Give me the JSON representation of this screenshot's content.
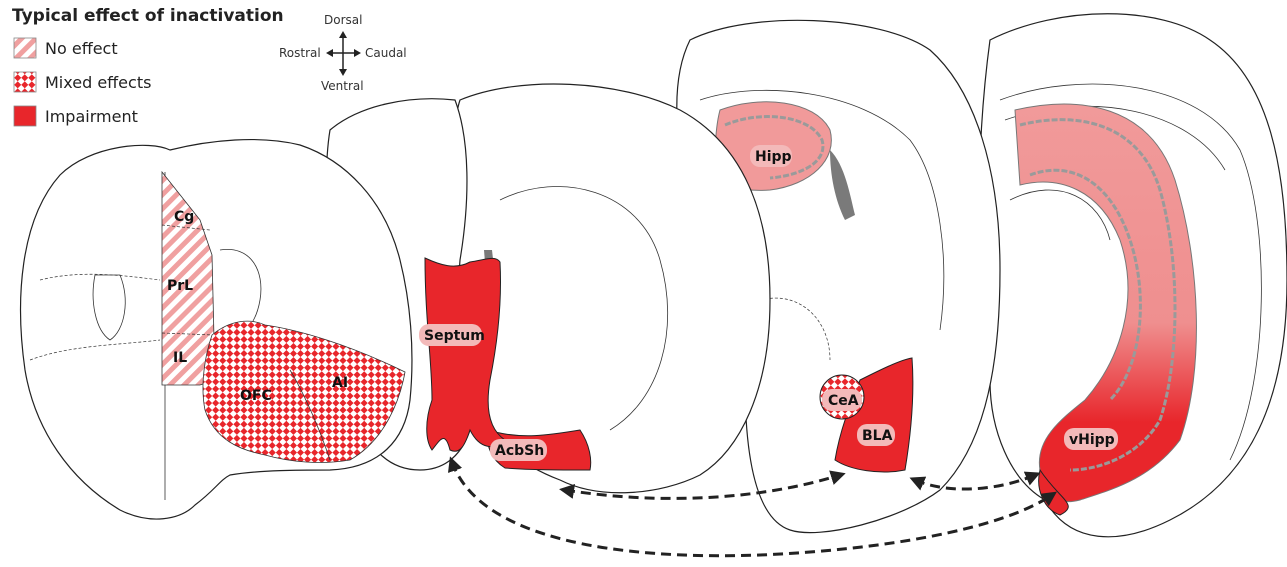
{
  "legend": {
    "title": "Typical effect of inactivation",
    "items": [
      {
        "label": "No effect",
        "pattern": "stripes"
      },
      {
        "label": "Mixed effects",
        "pattern": "checker"
      },
      {
        "label": "Impairment",
        "pattern": "solid"
      }
    ]
  },
  "compass": {
    "dorsal": "Dorsal",
    "ventral": "Ventral",
    "rostral": "Rostral",
    "caudal": "Caudal"
  },
  "regions": {
    "cg": "Cg",
    "prl": "PrL",
    "il": "IL",
    "ofc": "OFC",
    "ai": "AI",
    "septum": "Septum",
    "acbsh": "AcbSh",
    "hipp": "Hipp",
    "cea": "CeA",
    "bla": "BLA",
    "vhipp": "vHipp"
  },
  "colors": {
    "impairment": "#e8262b",
    "no_effect_stripe": "#f0a0a0",
    "label_bg": "#f3b9b9"
  }
}
